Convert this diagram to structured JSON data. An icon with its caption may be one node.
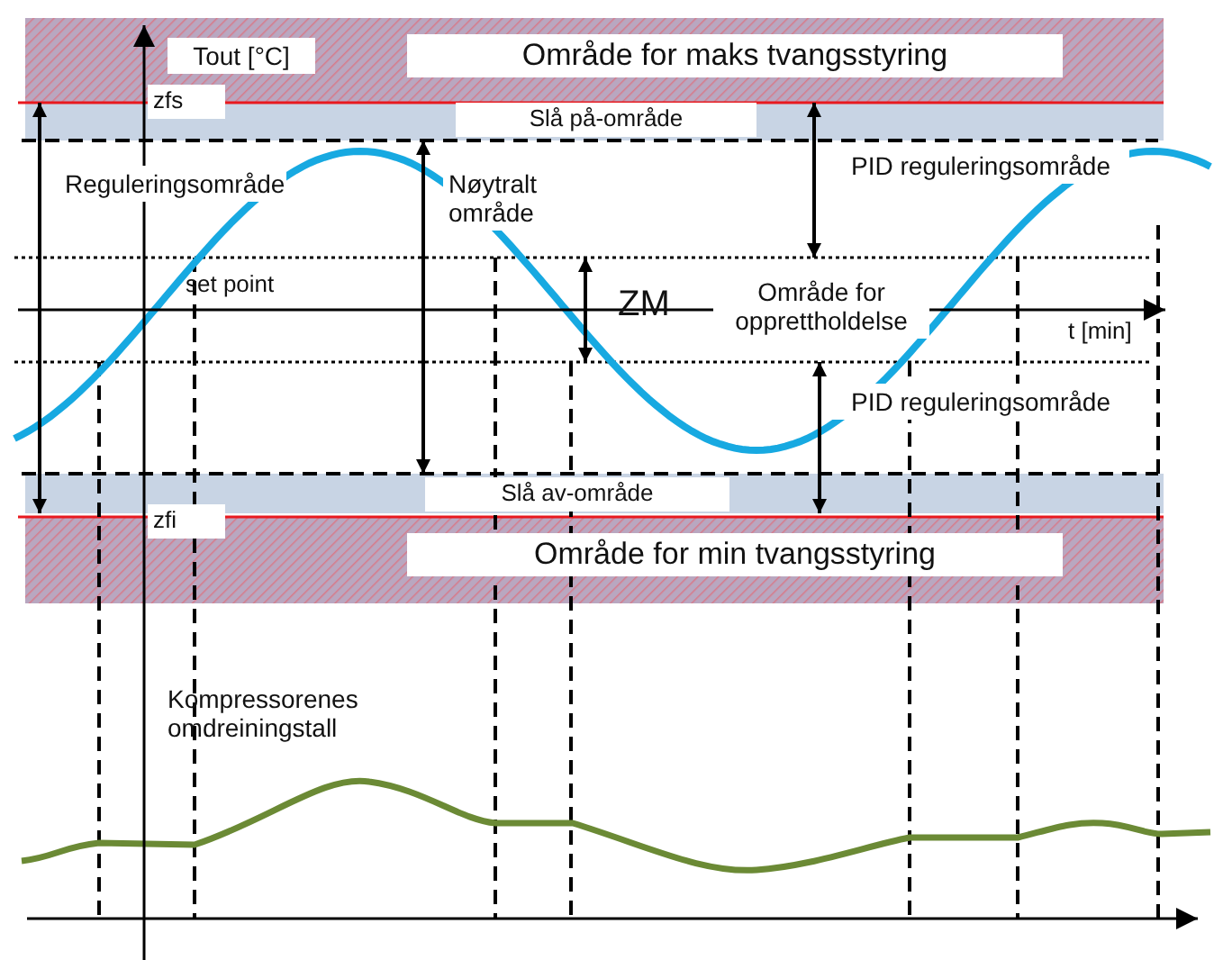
{
  "diagram": {
    "labels": [
      "Tout [°C]",
      "Område for maks tvangsstyring",
      "zfs",
      "Slå på-område",
      "Reguleringsområde",
      "Nøytralt område",
      "PID reguleringsområde",
      "set point",
      "ZM",
      "Område for opprettholdelse",
      "t [min]",
      "PID reguleringsområde",
      "Slå av-område",
      "zfi",
      "Område for min tvangsstyring",
      "Kompressorenes omdreiningstall"
    ]
  }
}
